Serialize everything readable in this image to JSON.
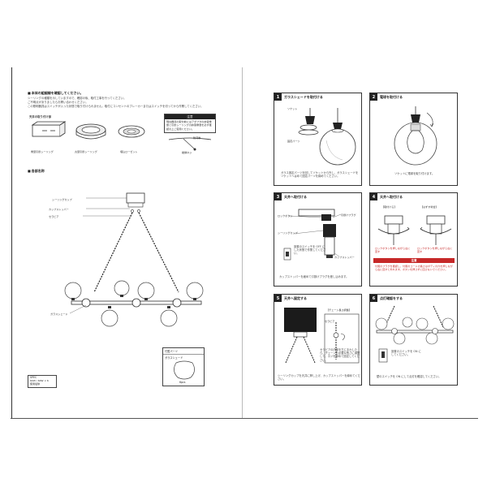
{
  "left": {
    "intro_title": "本体の組細線を確認してください。",
    "intro_lines": [
      "シーリングの種類を示していますので、確認の後、取付工事を行ってください。",
      "ご不明点がありましたらお問い合わせください。",
      "この照明器具はスイッチが入った状態で取り付けられません。取付にコンセントのブレーカーまたはスイッチを切ってから作業してください。"
    ],
    "ceiling_label": "天井の取り付け部",
    "ceiling_types": [
      "角型引掛シーリング",
      "丸型引掛シーリング",
      "埋込ローゼット"
    ],
    "note": {
      "head": "注意",
      "body": "現在器具の取付前にはアダプタの許容重量と引掛シーリングの許容重量を必ず確認の上ご使用ください。",
      "label1": "耐荷重",
      "label2": "絶縁ネジ"
    },
    "parts_title": "各部名称",
    "parts_labels": [
      "シーリングカップ",
      "カップストッパー",
      "セラビア"
    ],
    "glass_label": "ガラスシェード",
    "included": {
      "head": "付属パーツ",
      "item": "ガラスシェード",
      "qty": "6pcs"
    },
    "spec": {
      "title": "SPEC",
      "line1": "60W / 60W × 6",
      "line2": "使用電球"
    }
  },
  "steps": [
    {
      "num": "1",
      "title": "ガラスシェードを取付ける",
      "labels": [
        "ソケット",
        "固定パーツ"
      ],
      "caption": "ガラス固定パーツを回してソケットから外し、ガラスシェードをソケットへはめて固定パーツを締めてください。"
    },
    {
      "num": "2",
      "title": "電球を取付ける",
      "caption": "ソケットに電球を取り付けます。"
    },
    {
      "num": "3",
      "title": "天井へ取付ける",
      "labels": [
        "ロックボタン",
        "シーリングカップ",
        "引掛けプラグ",
        "カップストッパー"
      ],
      "note": "設置のスイッチを OFF にした状態で作業してください。",
      "caption": "カップストッパーを緩めて引掛けプラグを差し込みます。"
    },
    {
      "num": "4",
      "title": "天井へ取付ける",
      "tags": [
        "【取付ける】",
        "【はずす場合】"
      ],
      "red_labels": [
        "ロックボタンを押しながら左に回す",
        "ロックボタンを押しながら左に回す"
      ],
      "warn_head": "注意",
      "warn_text": "付属のプラグを確認し、付属のコードの長さはボディの穴を押しながら左に回すと外れます。ボタンを押さずに回さないでください。"
    },
    {
      "num": "5",
      "title": "天井へ固定する",
      "tag": "【チェーン長さ調整】",
      "labels": [
        "セラビア"
      ],
      "note": "セラビアの内部を左にまわしたら、チェーンを必要な長さに調整して、ネジを締めて固定してください。",
      "caption": "シーリングカップを天井に押し上げ、カップストッパーを締めてください。"
    },
    {
      "num": "6",
      "title": "点灯確認をする",
      "note": "設置のスイッチを ON にしてください。",
      "caption": "壁のスイッチを ON にして点灯を確認してください。"
    }
  ]
}
